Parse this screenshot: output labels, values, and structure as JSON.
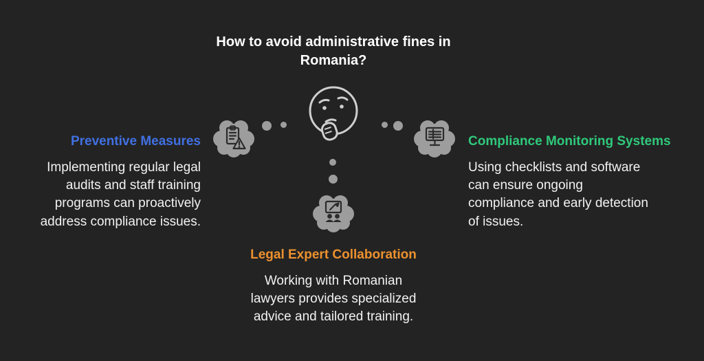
{
  "title": "How to avoid administrative fines in Romania?",
  "center": {
    "icon": "thinking-face-icon"
  },
  "nodes": {
    "preventive": {
      "label": "Preventive Measures",
      "color": "#4170E2",
      "description": "Implementing regular legal audits and staff training programs can proactively address compliance issues.",
      "icon": "clipboard-warning-icon"
    },
    "monitoring": {
      "label": "Compliance Monitoring Systems",
      "color": "#2FC97B",
      "description": "Using checklists and software can ensure ongoing compliance and early detection of issues.",
      "icon": "computer-monitor-icon"
    },
    "collaboration": {
      "label": "Legal Expert Collaboration",
      "color": "#ED912E",
      "description": "Working with Romanian lawyers provides specialized advice and tailored training.",
      "icon": "presentation-people-icon"
    }
  },
  "colors": {
    "background": "#232323",
    "title_text": "#FFFFFF",
    "body_text": "#F2F2F2",
    "cloud": "#9D9D9D",
    "icon_on_cloud": "#2B2B2B",
    "face_outline": "#CFCFCF"
  }
}
